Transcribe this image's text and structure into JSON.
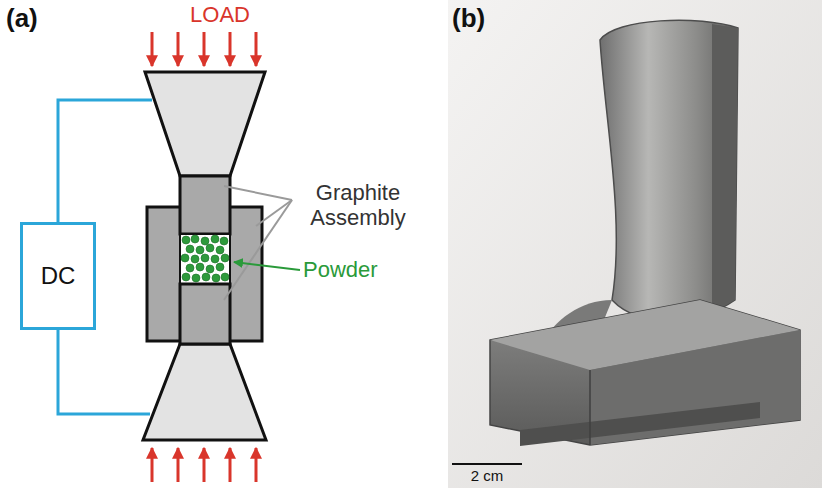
{
  "diagram": {
    "nodes": [
      {
        "text": [
          "DC"
        ]
      }
    ],
    "labels": [
      "(a)",
      "LOAD",
      "Graphite Assembly",
      "Powder",
      "(b)",
      "2 cm"
    ]
  }
}
